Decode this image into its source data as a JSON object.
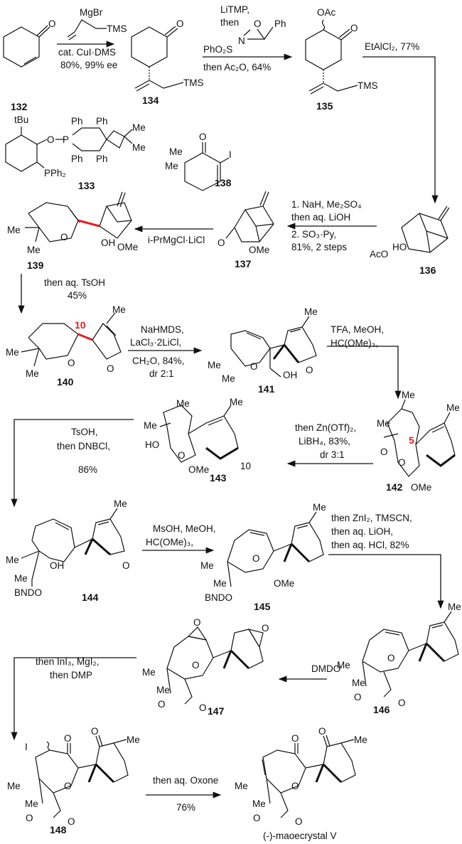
{
  "compounds": {
    "c132": "132",
    "c133": "133",
    "c134": "134",
    "c135": "135",
    "c136": "136",
    "c137": "137",
    "c138": "138",
    "c139": "139",
    "c140": "140",
    "c141": "141",
    "c142": "142",
    "c143": "143",
    "c144": "144",
    "c145": "145",
    "c146": "146",
    "c147": "147",
    "c148": "148",
    "product": "(-)-maoecrystal V"
  },
  "atoms": {
    "O": "O",
    "OAc": "OAc",
    "TMS": "TMS",
    "MgBr": "MgBr",
    "tBu": "tBu",
    "Ph": "Ph",
    "PPh2": "PPh₂",
    "Me": "Me",
    "I": "I",
    "OH": "OH",
    "OMe": "OMe",
    "AcO": "AcO",
    "HO": "HO",
    "BNDO": "BNDO",
    "N": "N",
    "PhO2S": "PhO₂S",
    "P": "P"
  },
  "position_labels": {
    "c10": "10",
    "c5": "5",
    "c10b": "10"
  },
  "reagents": {
    "step1": [
      "cat. CuI·DMS",
      "80%, 99% ee"
    ],
    "step2": [
      "LiTMP,",
      "then",
      "then Ac₂O, 64%"
    ],
    "step3": [
      "EtAlCl₂, 77%"
    ],
    "step4": [
      "1. NaH, Me₂SO₄",
      "then aq. LiOH",
      "2. SO₃·Py,",
      "81%, 2 steps"
    ],
    "step5": [
      "i-PrMgCl·LiCl"
    ],
    "step6": [
      "then aq. TsOH",
      "45%"
    ],
    "step7": [
      "NaHMDS,",
      "LaCl₃·2LiCl,",
      "CH₂O, 84%,",
      "dr 2:1"
    ],
    "step8": [
      "TFA, MeOH,",
      "HC(OMe)₃,"
    ],
    "step9": [
      "then Zn(OTf)₂,",
      "LiBH₄, 83%,",
      "dr 3:1"
    ],
    "step10": [
      "TsOH,",
      "then DNBCl,",
      "86%"
    ],
    "step11": [
      "MsOH, MeOH,",
      "HC(OMe)₃,"
    ],
    "step12": [
      "then ZnI₂, TMSCN,",
      "then aq. LiOH,",
      "then aq. HCl, 82%"
    ],
    "step13": [
      "DMDO"
    ],
    "step14": [
      "then InI₃, MgI₂,",
      "then DMP"
    ],
    "step15": [
      "then aq. Oxone",
      "76%"
    ]
  },
  "colors": {
    "highlight": "#e02020",
    "ink": "#111111"
  }
}
